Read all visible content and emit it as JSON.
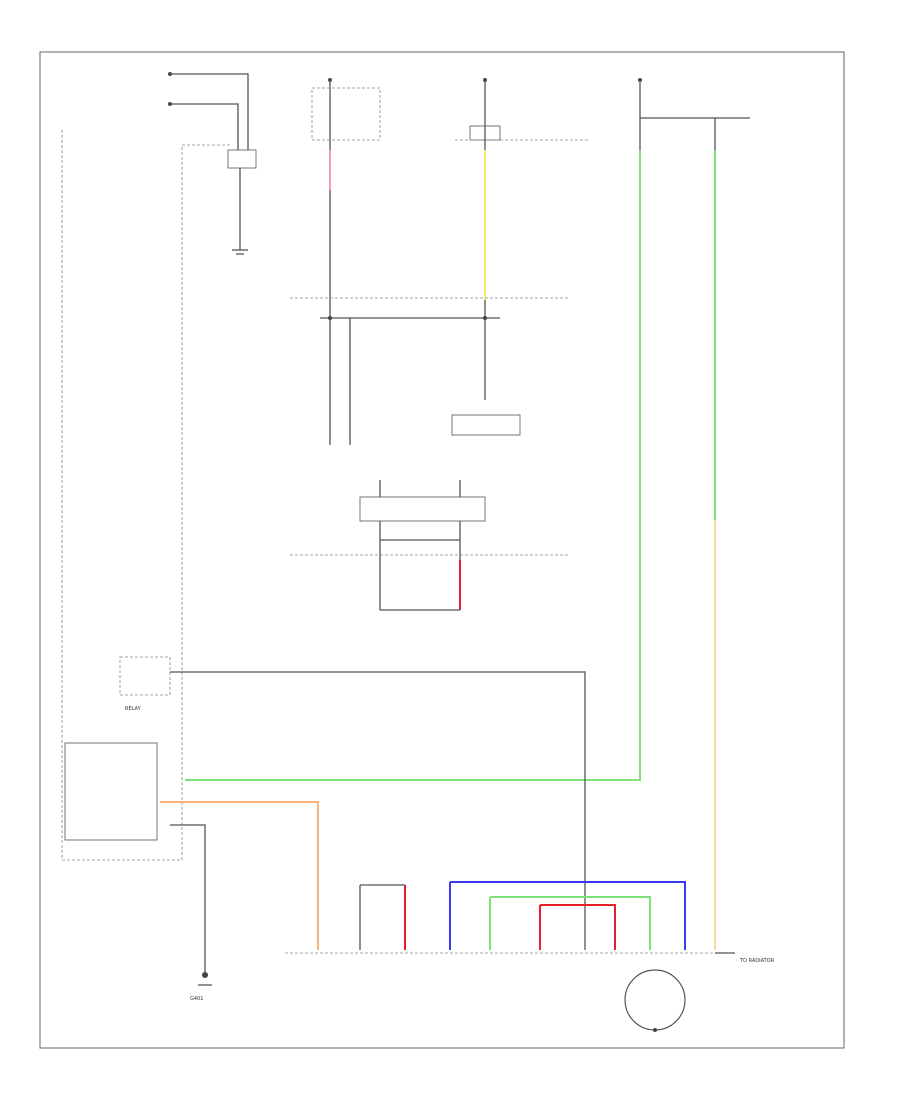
{
  "labels": {
    "ground_g401": "G401",
    "motor_terminal": "TO RADIATOR",
    "relay_label": "RELAY"
  },
  "colors": {
    "red": "#e8202a",
    "pink": "#f4a0b0",
    "yellow": "#f2ea6a",
    "green": "#7fe07a",
    "orange": "#f7b27a",
    "blue": "#3a3af0",
    "tan": "#f3d9a0"
  }
}
